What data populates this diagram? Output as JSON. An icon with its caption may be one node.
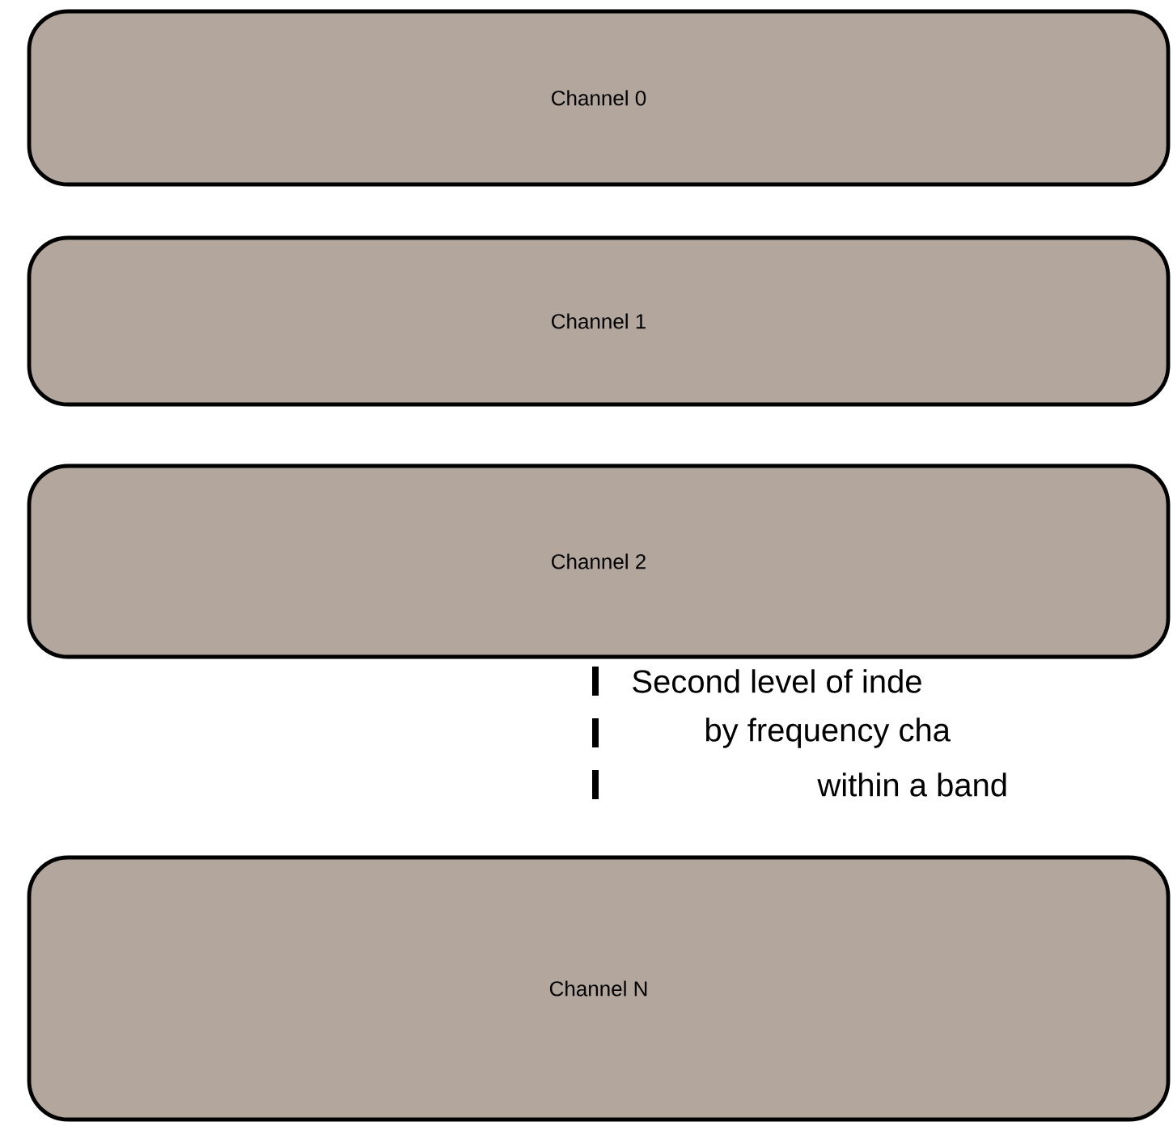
{
  "diagram": {
    "nodes": [
      {
        "text": [
          "Channel 0"
        ]
      },
      {
        "text": [
          "Channel 1"
        ]
      },
      {
        "text": [
          "Channel 2"
        ]
      },
      {
        "text": [
          "Channel N"
        ]
      }
    ],
    "labels": [
      "Second level of inde",
      "by frequency cha",
      "within a band"
    ]
  }
}
